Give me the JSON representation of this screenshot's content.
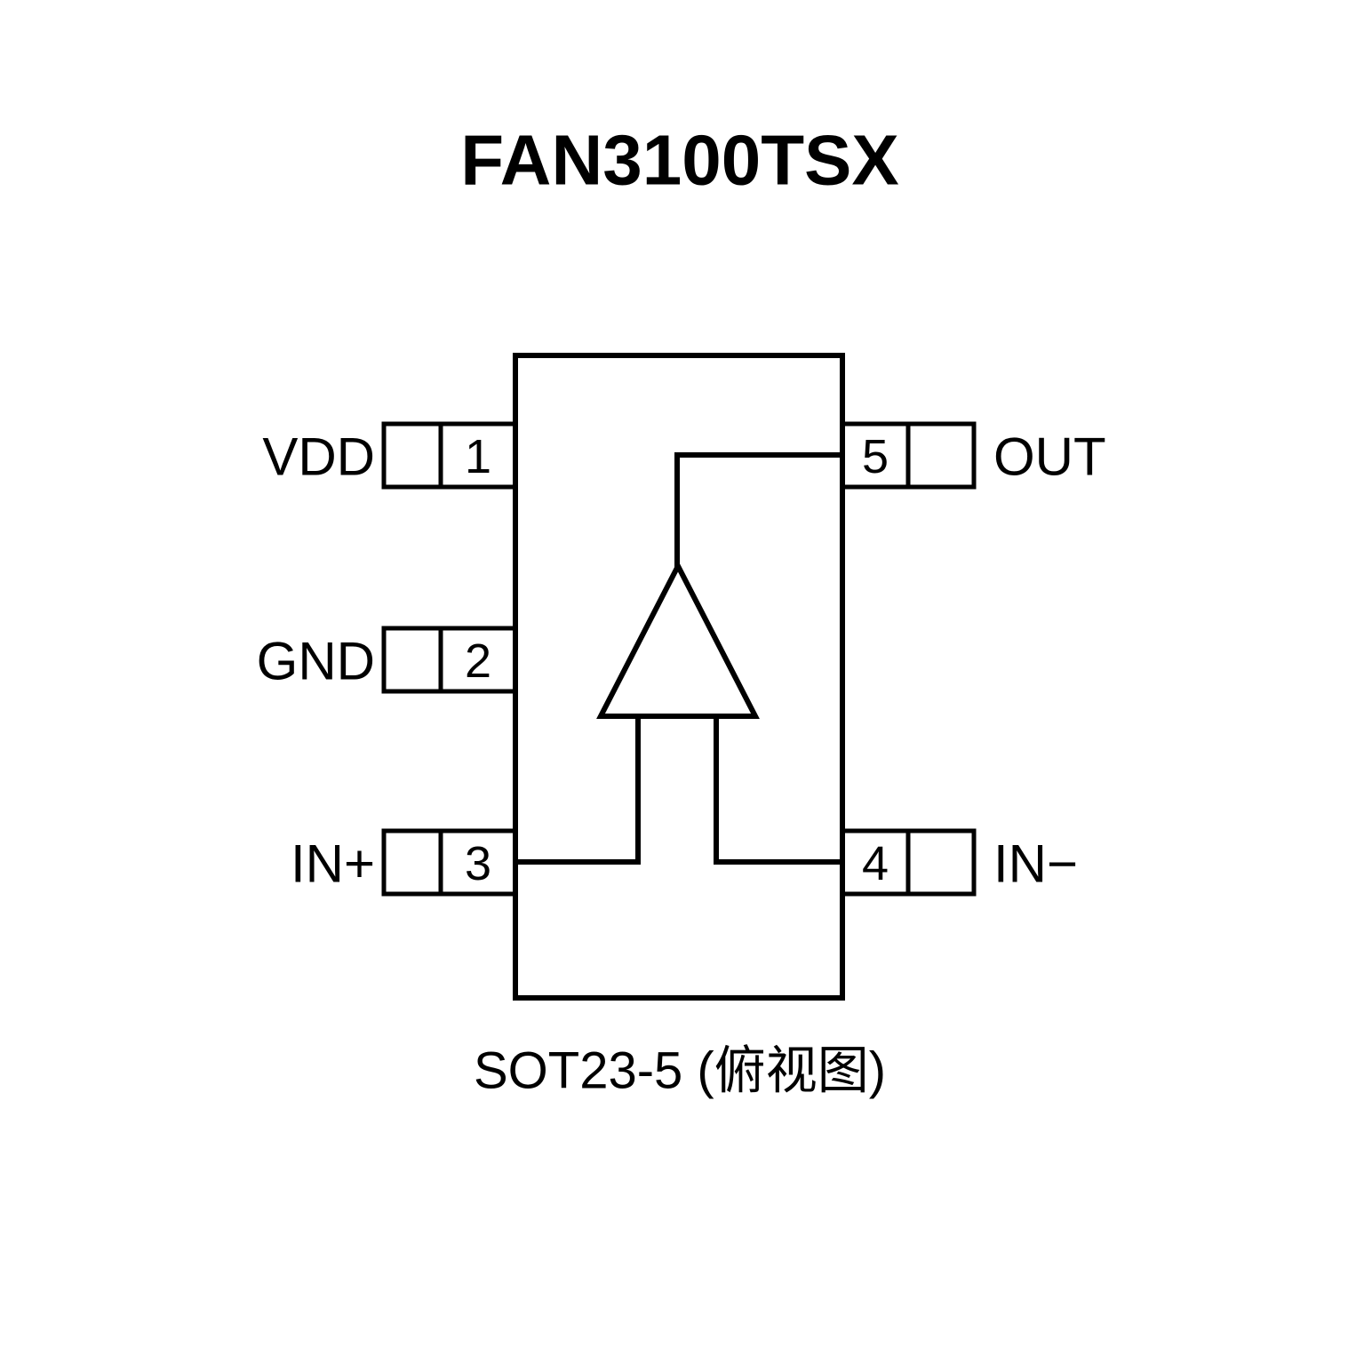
{
  "title": "FAN3100TSX",
  "caption": "SOT23-5 (俯视图)",
  "package": {
    "name": "SOT23-5",
    "view": "top-view",
    "left_pins": [
      {
        "number": "1",
        "label": "VDD"
      },
      {
        "number": "2",
        "label": "GND"
      },
      {
        "number": "3",
        "label": "IN+"
      }
    ],
    "right_pins": [
      {
        "number": "5",
        "label": "OUT"
      },
      {
        "number": "4",
        "label": "IN−"
      }
    ]
  },
  "symbol": "buffer-amplifier-triangle",
  "colors": {
    "line": "#000000",
    "text": "#000000",
    "background": "#ffffff"
  }
}
